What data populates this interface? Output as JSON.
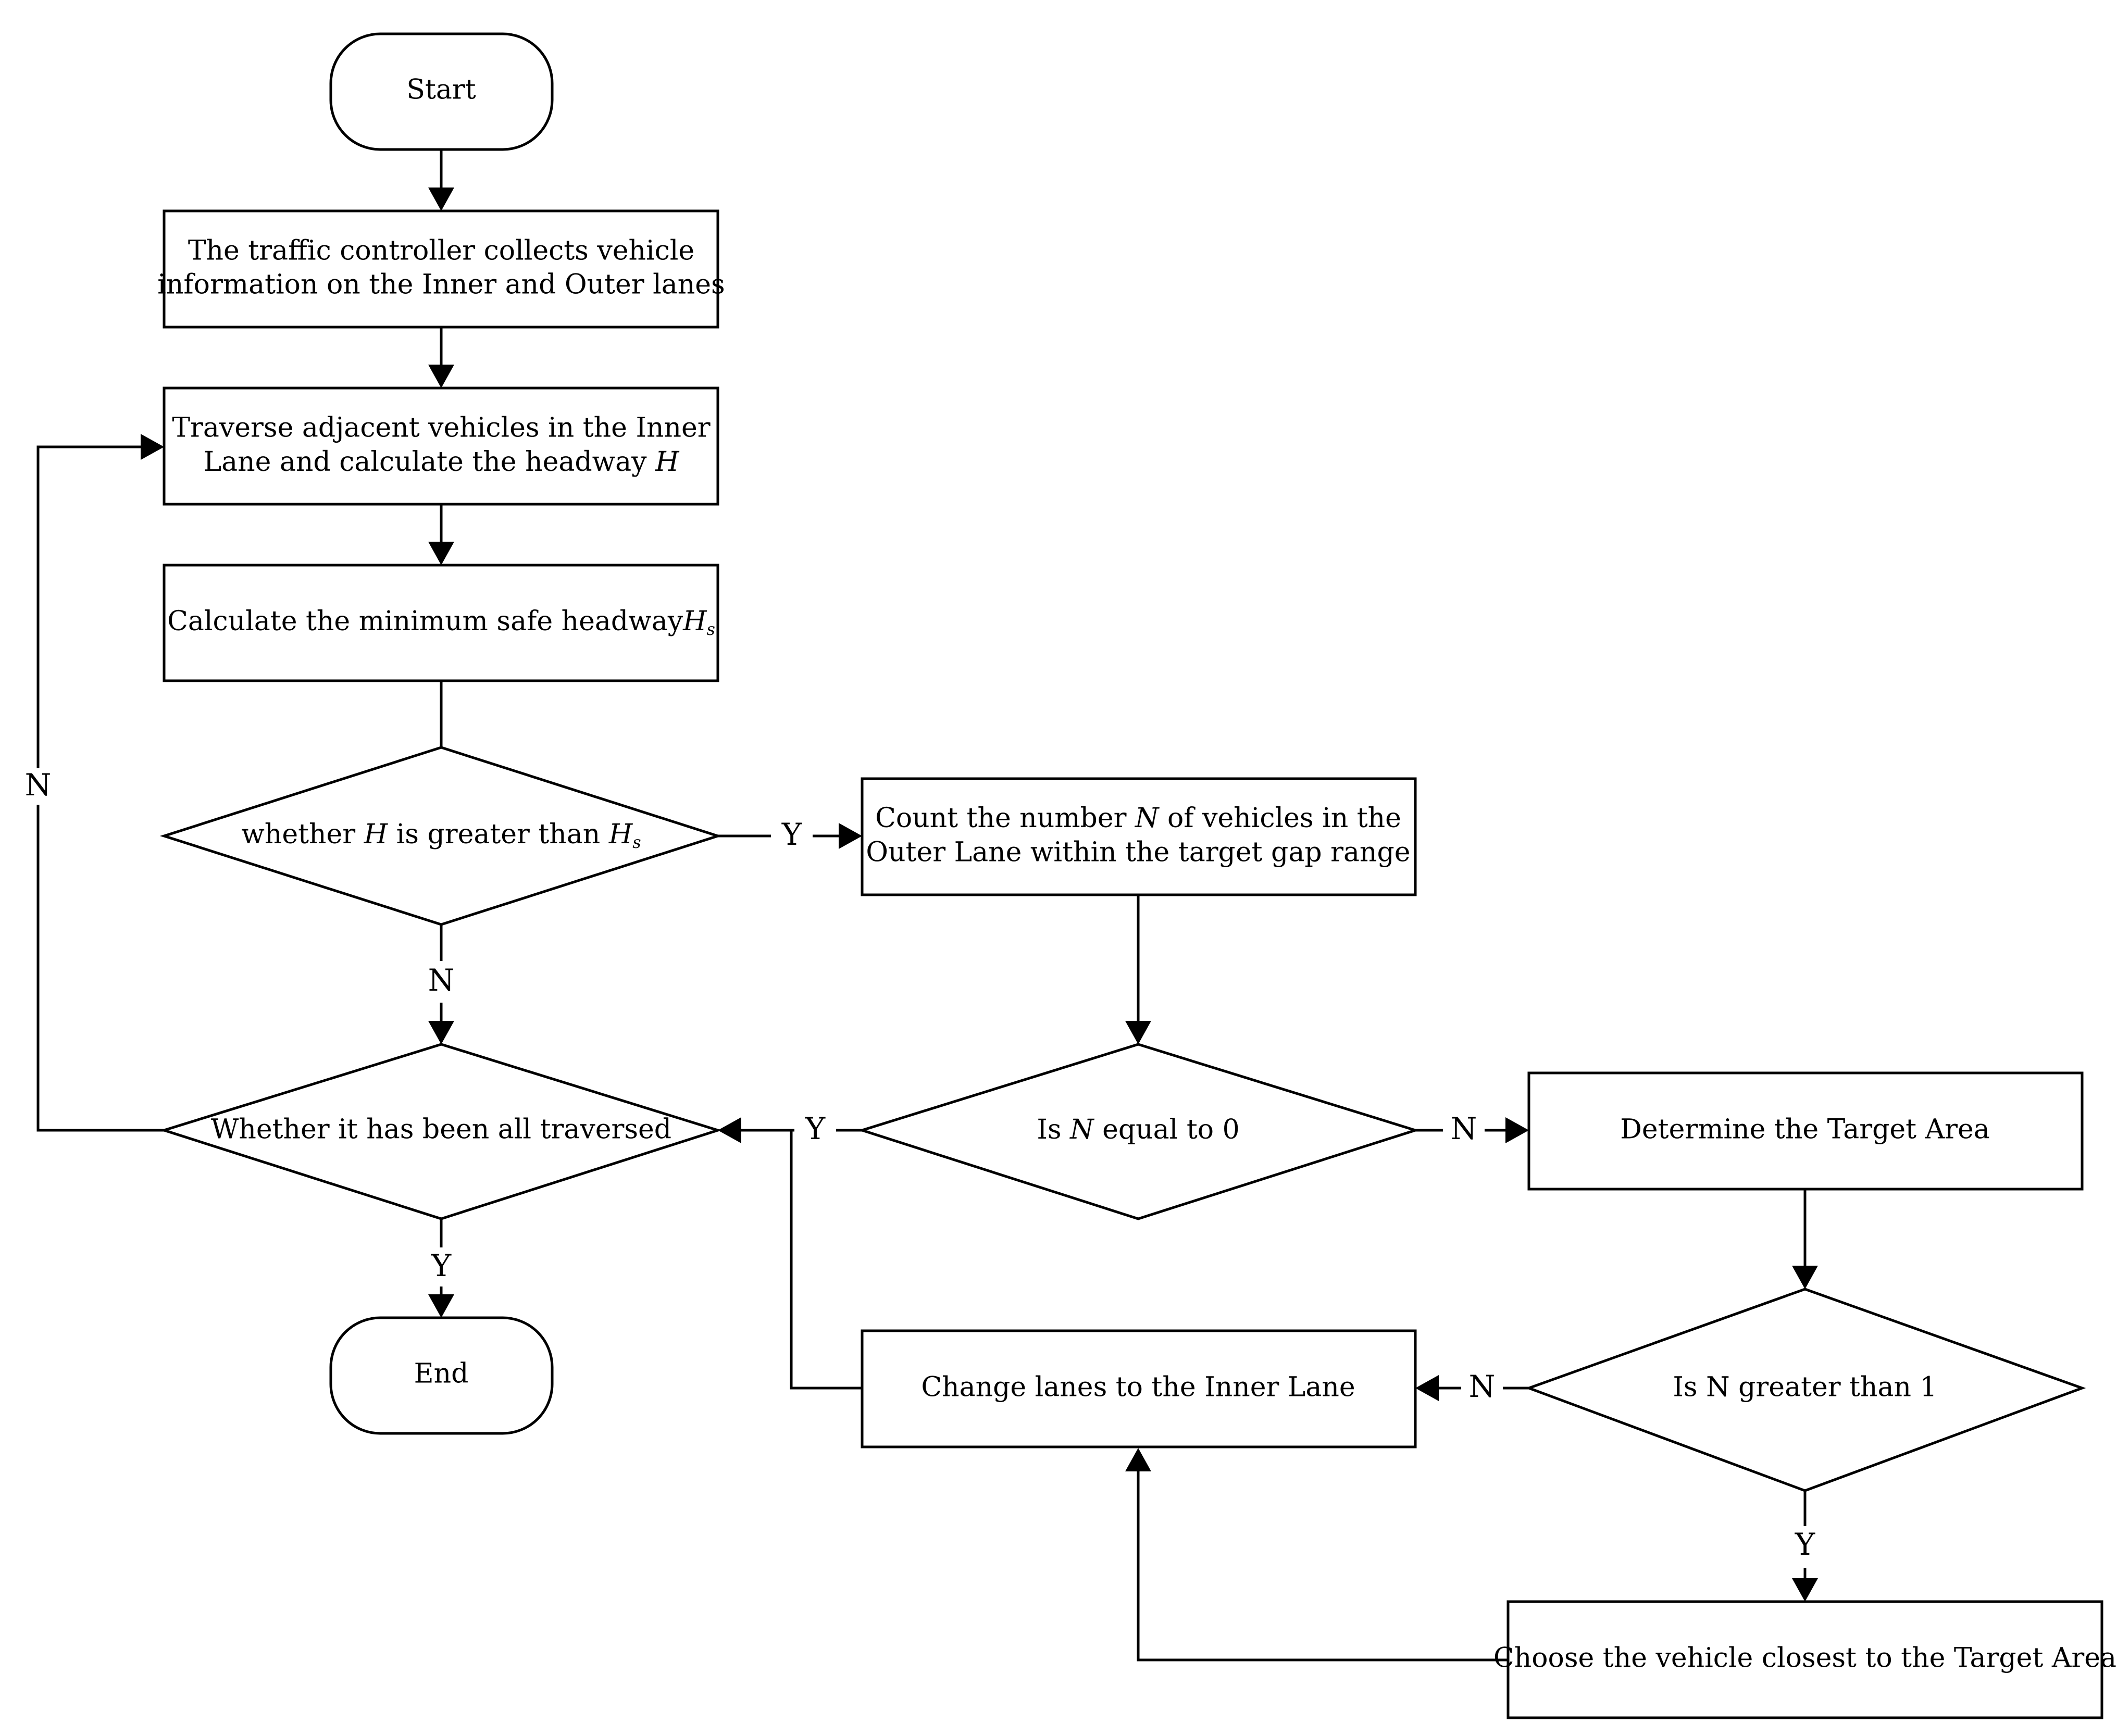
{
  "nodes": {
    "start": {
      "label": "Start"
    },
    "collect": {
      "line1": "The traffic controller collects vehicle",
      "line2": "information on the Inner and Outer lanes"
    },
    "traverse": {
      "line1": "Traverse adjacent vehicles in the Inner",
      "line2": "Lane and calculate the headway ",
      "var": "H"
    },
    "min_safe": {
      "text": "Calculate the minimum safe headway",
      "var": "H",
      "sub": "s"
    },
    "decision_h": {
      "pre": "whether ",
      "var1": "H",
      "mid": " is greater than ",
      "var2": "H",
      "sub": "s"
    },
    "count": {
      "line1_pre": "Count the number ",
      "var": "N",
      "line1_post": " of vehicles in the",
      "line2": "Outer Lane within the target  gap range"
    },
    "traversed": {
      "text": "Whether it has been all traversed"
    },
    "n_zero": {
      "pre": "Is ",
      "var": "N",
      "post": " equal to 0"
    },
    "target_area": {
      "text": "Determine the Target Area"
    },
    "n_gt1": {
      "text": "Is N greater than 1"
    },
    "change_lane": {
      "text": "Change lanes to the Inner Lane"
    },
    "choose": {
      "text": "Choose the vehicle closest to the Target Area"
    },
    "end": {
      "label": "End"
    }
  },
  "edge_labels": {
    "h_yes": "Y",
    "h_no": "N",
    "loop_no": "N",
    "traversed_yes": "Y",
    "nzero_yes": "Y",
    "nzero_no": "N",
    "gt1_no": "N",
    "gt1_yes": "Y"
  }
}
